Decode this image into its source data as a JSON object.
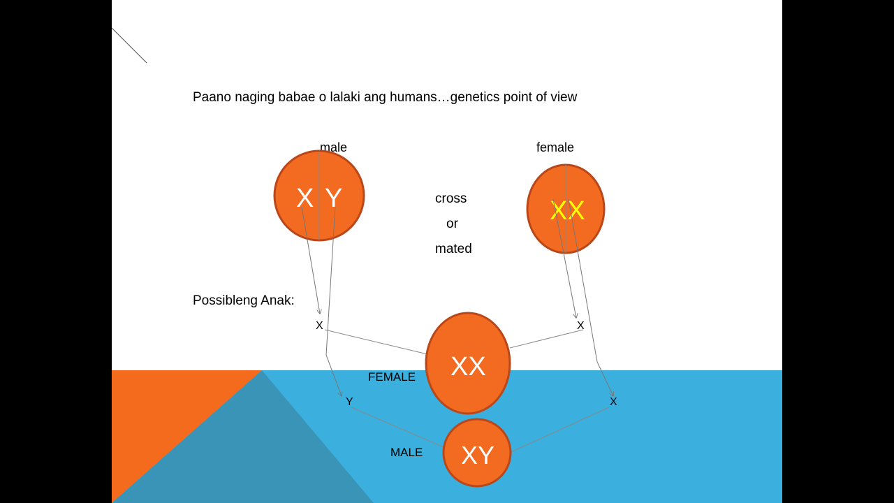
{
  "title": "Paano naging babae o lalaki ang humans…genetics point of view",
  "parents": {
    "male": {
      "label": "male",
      "chrom_left": "X",
      "chrom_right": "Y"
    },
    "female": {
      "label": "female",
      "chrom": "XX"
    }
  },
  "cross": {
    "line1": "cross",
    "line2": "or",
    "line3": "mated"
  },
  "offspring_label": "Possibleng Anak:",
  "gametes": {
    "male_x": "X",
    "male_y": "Y",
    "female_x1": "X",
    "female_x2": "X"
  },
  "children": {
    "female": {
      "label": "FEMALE",
      "genotype": "XX"
    },
    "male": {
      "label": "MALE",
      "genotype": "XY"
    }
  },
  "colors": {
    "circle_fill": "#F26B21",
    "circle_stroke": "#B9471A",
    "blue_band": "#3BB0DE",
    "dark_blue": "#3A94B8",
    "orange_triangle": "#F56B1E",
    "female_chrom_text": "#FFFF00"
  }
}
